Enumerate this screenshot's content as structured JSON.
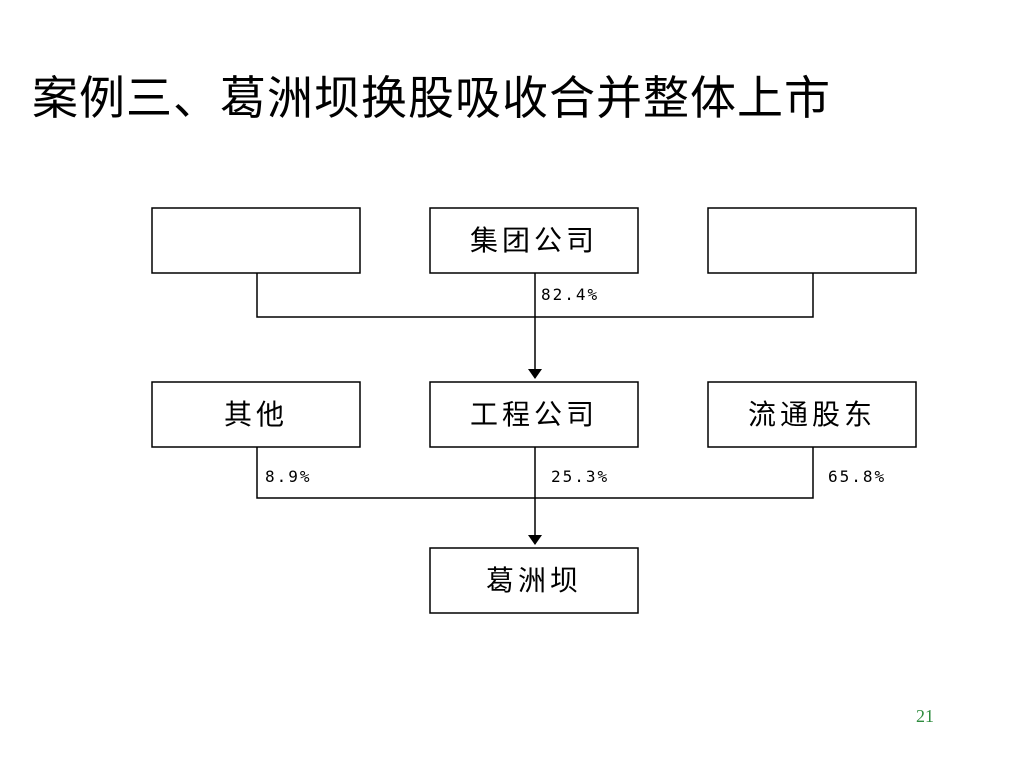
{
  "slide": {
    "title": "案例三、葛洲坝换股吸收合并整体上市",
    "page_number": "21"
  },
  "diagram": {
    "top_row": {
      "left_box": "",
      "center_box": "集团公司",
      "right_box": ""
    },
    "top_link_percent": "82.4%",
    "middle_row": {
      "left_box": "其他",
      "center_box": "工程公司",
      "right_box": "流通股东"
    },
    "middle_link_percents": {
      "left": "8.9%",
      "center": "25.3%",
      "right": "65.8%"
    },
    "bottom_box": "葛洲坝"
  }
}
